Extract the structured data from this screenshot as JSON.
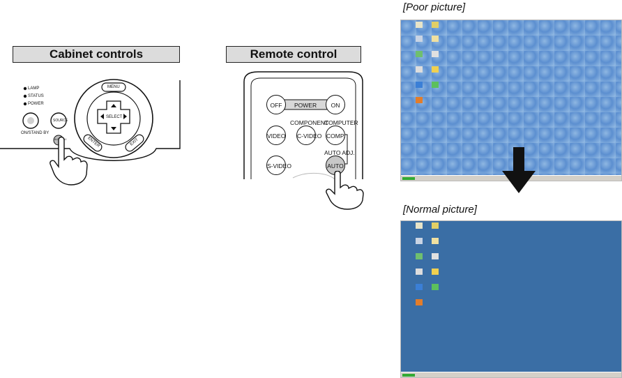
{
  "headers": {
    "cabinet": "Cabinet controls",
    "remote": "Remote control"
  },
  "captions": {
    "poor": "[Poor picture]",
    "normal": "[Normal picture]"
  },
  "cabinet": {
    "indicators": [
      "LAMP",
      "STATUS",
      "POWER"
    ],
    "power_label": "ON/STAND BY",
    "source_label": "SOURCE",
    "menu_label": "MENU",
    "select_label": "SELECT",
    "enter_label": "ENTER",
    "exit_label": "EXIT",
    "auto_label": "AUTO ADJ."
  },
  "remote": {
    "off": "OFF",
    "power": "POWER",
    "on": "ON",
    "component": "COMPONENT",
    "computer": "COMPUTER",
    "video": "VIDEO",
    "cvideo": "C-VIDEO",
    "comp": "COMP.",
    "auto_adj": "AUTO ADJ.",
    "svideo": "S-VIDEO",
    "auto": "AUTO"
  },
  "colors": {
    "header_bg": "#dcdcdc",
    "poor_desktop": "#5b8fcf",
    "normal_desktop": "#3a6ea5",
    "arrow": "#111111"
  },
  "icons": [
    "pointing-hand-icon",
    "down-arrow-icon",
    "desktop-icon"
  ]
}
